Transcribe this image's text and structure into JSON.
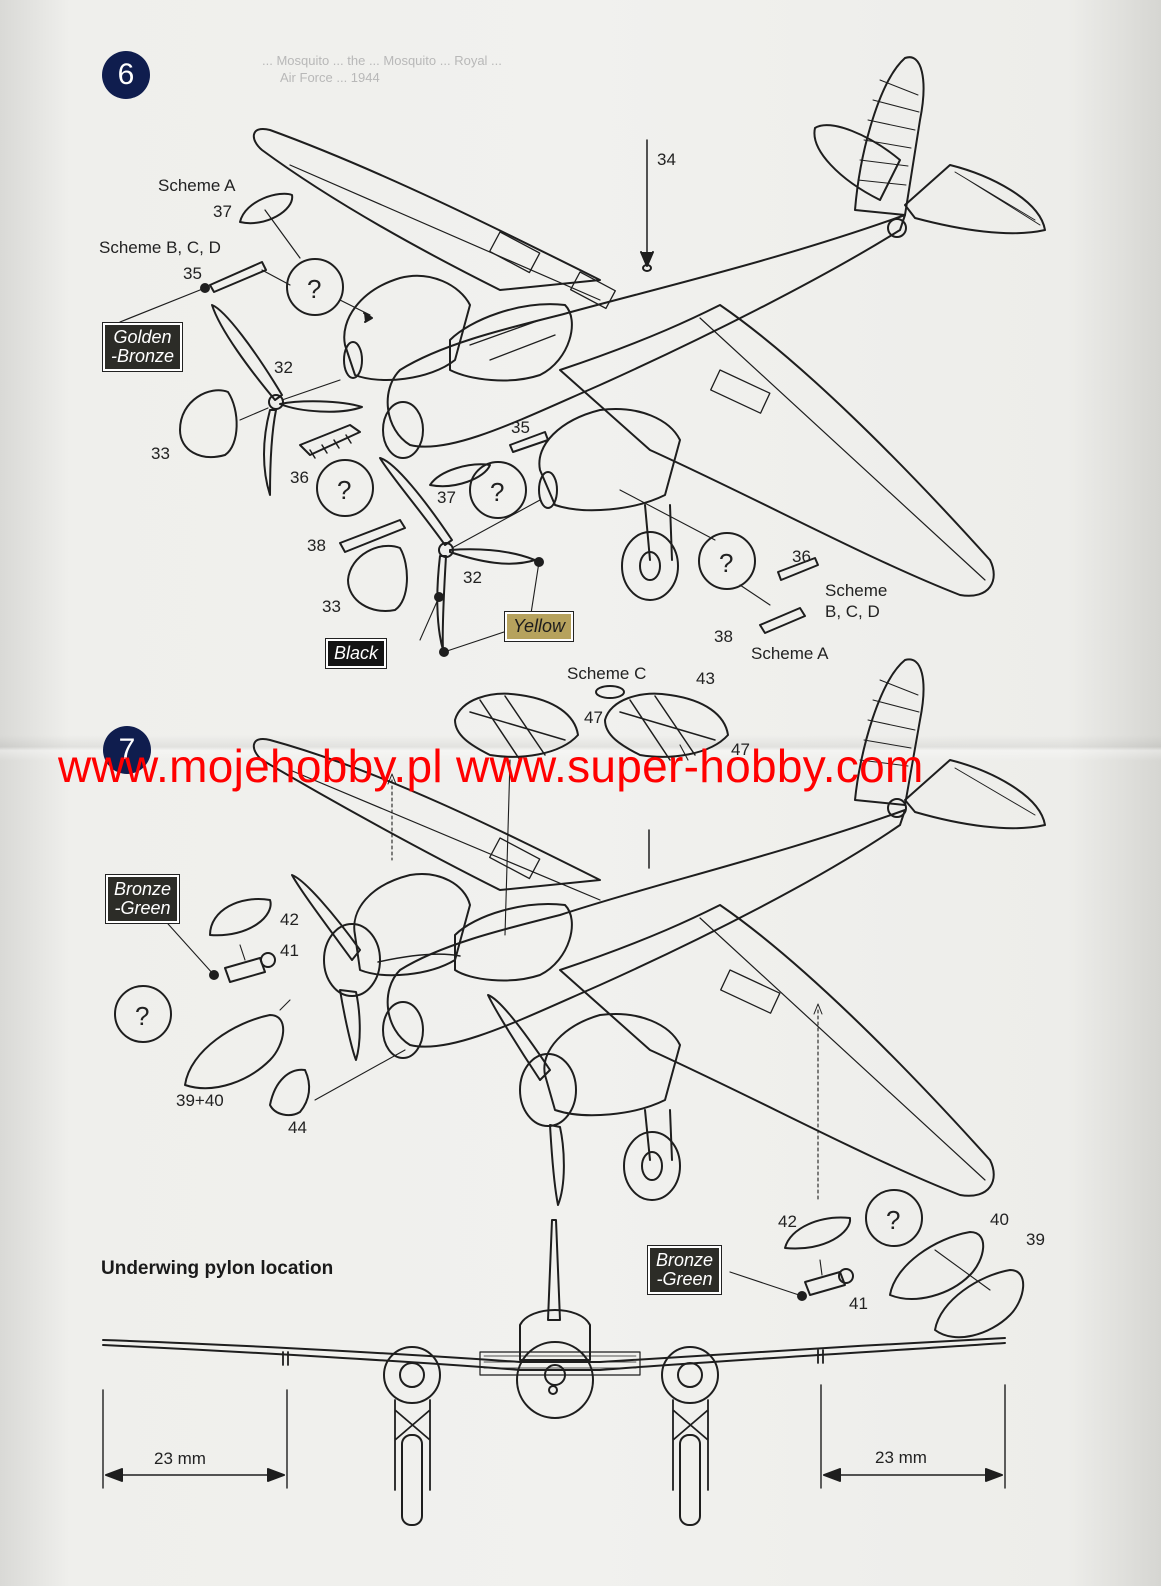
{
  "header_text": [
    "... Mosquito ... the ... Mosquito ... Royal ...",
    "Air Force ... 1944"
  ],
  "steps": {
    "six": "6",
    "seven": "7"
  },
  "labels": {
    "p34": "34",
    "schemeA_top": "Scheme A",
    "p37_top": "37",
    "schemeBCD_top": "Scheme B, C, D",
    "p35_top": "35",
    "p32_left": "32",
    "p33_left": "33",
    "p36_left": "36",
    "p35_mid": "35",
    "p37_mid": "37",
    "p38_left": "38",
    "p32_lower": "32",
    "p33_lower": "33",
    "p36_right": "36",
    "scheme_right_1": "Scheme",
    "scheme_right_2": "B, C, D",
    "p38_right": "38",
    "schemeA_right": "Scheme A",
    "schemeC": "Scheme C",
    "p43": "43",
    "p47_a": "47",
    "p47_b": "47",
    "p42_left": "42",
    "p41_left": "41",
    "p3940": "39+40",
    "p44": "44",
    "p42_right": "42",
    "p41_right": "41",
    "p40": "40",
    "p39": "39",
    "mm_left": "23 mm",
    "mm_right": "23 mm"
  },
  "color_boxes": {
    "golden_bronze_1": "Golden",
    "golden_bronze_2": "-Bronze",
    "yellow": "Yellow",
    "black": "Black",
    "bronze_green_left_1": "Bronze",
    "bronze_green_left_2": "-Green",
    "bronze_green_right_1": "Bronze",
    "bronze_green_right_2": "-Green"
  },
  "question_mark": "?",
  "pylon_title": "Underwing pylon location",
  "watermark": "www.mojehobby.pl www.super-hobby.com",
  "colors": {
    "step_circle": "#0f1d4e",
    "watermark": "#ff0000",
    "golden_bronze": "#2c2c27",
    "yellow": "#b6a25d",
    "black": "#141414"
  }
}
